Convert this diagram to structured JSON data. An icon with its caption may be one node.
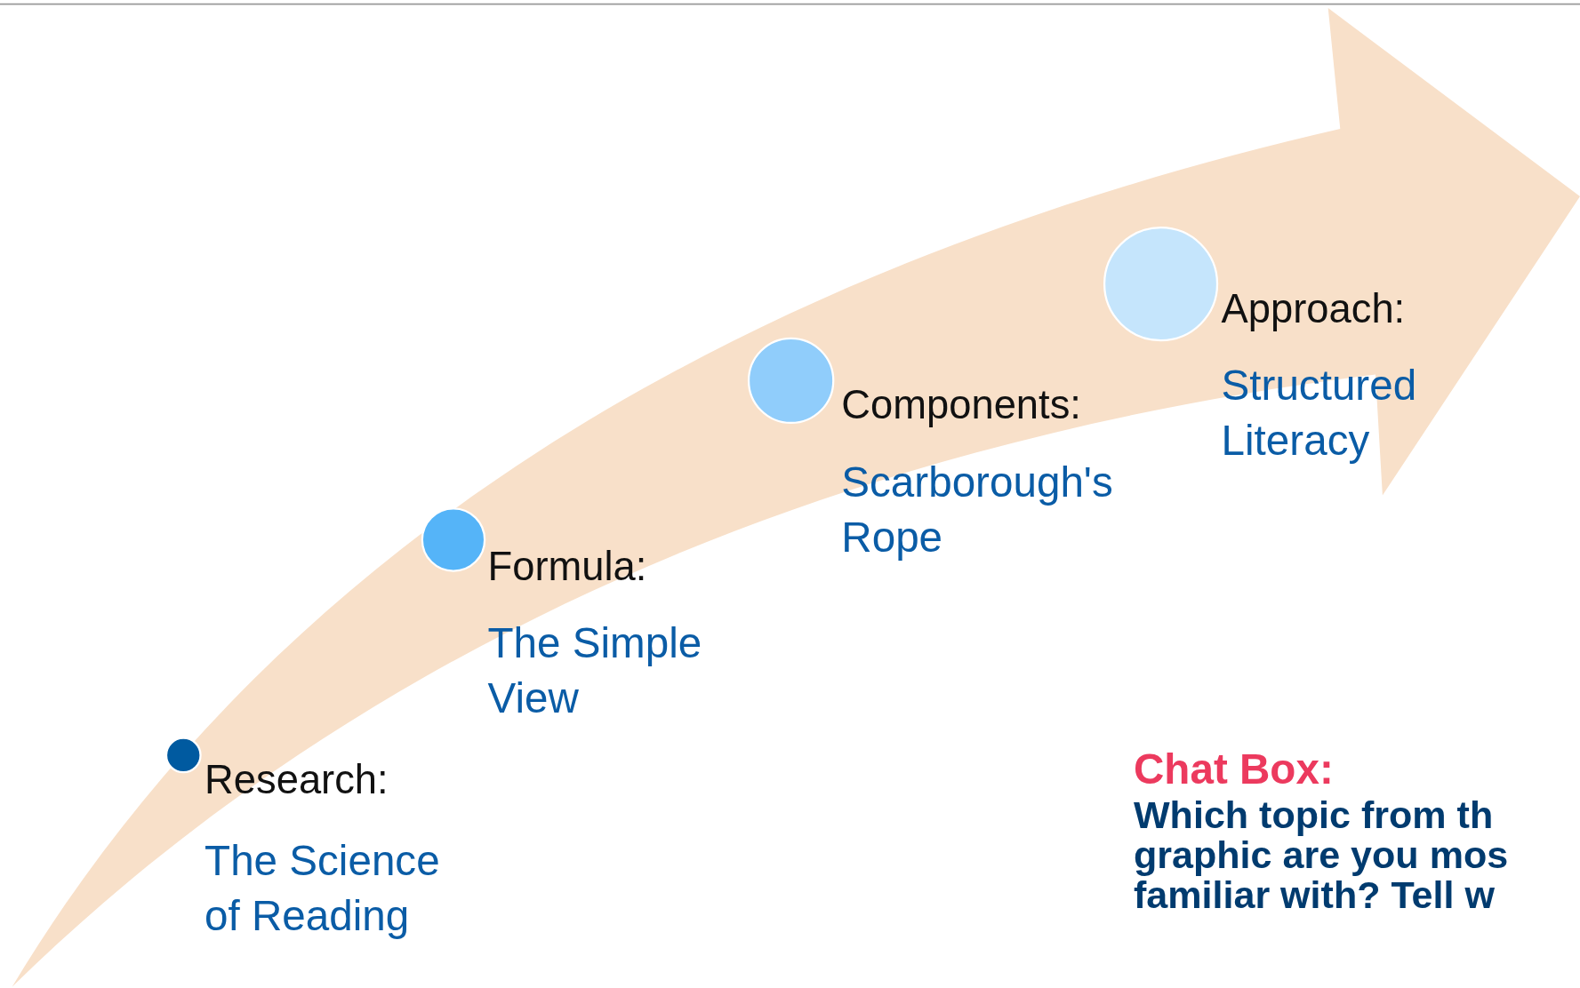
{
  "diagram": {
    "nodes": [
      {
        "text": [],
        "shape": "circle",
        "beside": [
          "Research:",
          "The Science of Reading"
        ]
      },
      {
        "text": [],
        "shape": "circle",
        "beside": [
          "Formula:",
          "The Simple View"
        ]
      },
      {
        "text": [],
        "shape": "circle",
        "beside": [
          "Components:",
          "Scarborough's Rope"
        ]
      },
      {
        "text": [],
        "shape": "circle",
        "beside": [
          "Approach:",
          "Structured Literacy"
        ]
      }
    ],
    "labels": [
      "Chat Box:",
      "Which topic from th graphic are you mos familiar with? Tell w"
    ]
  }
}
